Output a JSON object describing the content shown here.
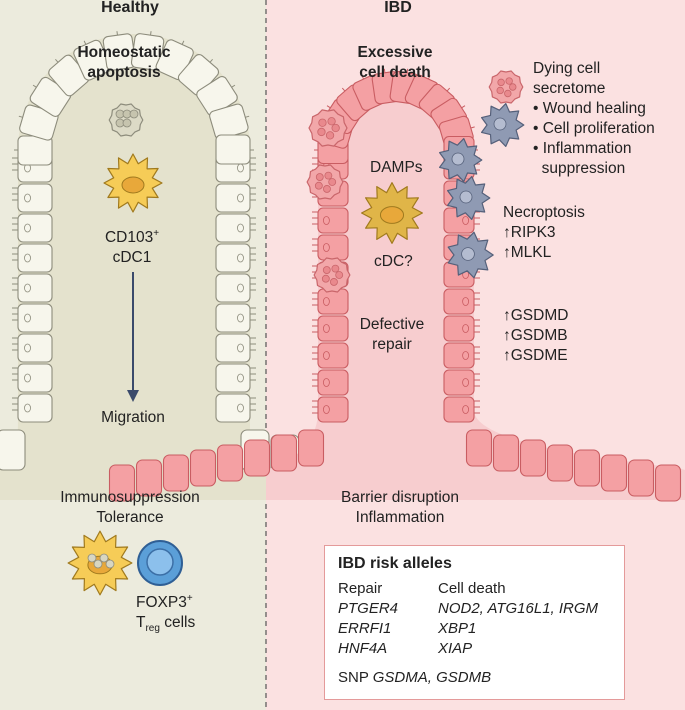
{
  "colors": {
    "healthy_bg": "#ecebdd",
    "ibd_bg": "#fbe1e1",
    "healthy_cell": "#f7f6ec",
    "healthy_cell_stroke": "#8d8c7c",
    "ibd_cell": "#f4a0a3",
    "ibd_cell_stroke": "#c95d62",
    "dying_cell": "#f2a7a9",
    "necroptotic_cell": "#8f9ab3",
    "dc_yellow": "#f6cc57",
    "dc_ibd": "#e0b548",
    "treg_blue": "#5b9fd8",
    "arrow": "#3a4a6b",
    "alleles_border": "#e49a9a"
  },
  "healthy": {
    "header": "Healthy",
    "title": [
      "Homeostatic",
      "apoptosis"
    ],
    "dc_label": "CD103",
    "dc_label_sup": "+",
    "dc_label2": "cDC1",
    "migration": "Migration",
    "bottom": [
      "Immunosuppression",
      "Tolerance"
    ],
    "treg_line1": "FOXP3",
    "treg_line1_sup": "+",
    "treg_line2_t": "T",
    "treg_line2_sub": "reg",
    "treg_line2_rest": " cells"
  },
  "ibd": {
    "header": "IBD",
    "title": [
      "Excessive",
      "cell death"
    ],
    "damps": "DAMPs",
    "cdc": "cDC?",
    "defective": [
      "Defective",
      "repair"
    ],
    "bottom": [
      "Barrier disruption",
      "Inflammation"
    ],
    "secretome": [
      "Dying cell",
      "secretome"
    ],
    "secretome_items": [
      "• Wound healing",
      "• Cell proliferation",
      "• Inflammation",
      "  suppression"
    ],
    "necroptosis": [
      "Necroptosis",
      "↑RIPK3",
      "↑MLKL"
    ],
    "gasdermins": [
      "↑GSDMD",
      "↑GSDMB",
      "↑GSDME"
    ]
  },
  "alleles": {
    "title": "IBD risk alleles",
    "repair_header": "Repair",
    "death_header": "Cell death",
    "repair": [
      "PTGER4",
      "ERRFI1",
      "HNF4A"
    ],
    "death": [
      "NOD2, ATG16L1, IRGM",
      "XBP1",
      "XIAP"
    ],
    "snp_prefix": "SNP ",
    "snp_genes": "GSDMA, GSDMB"
  }
}
